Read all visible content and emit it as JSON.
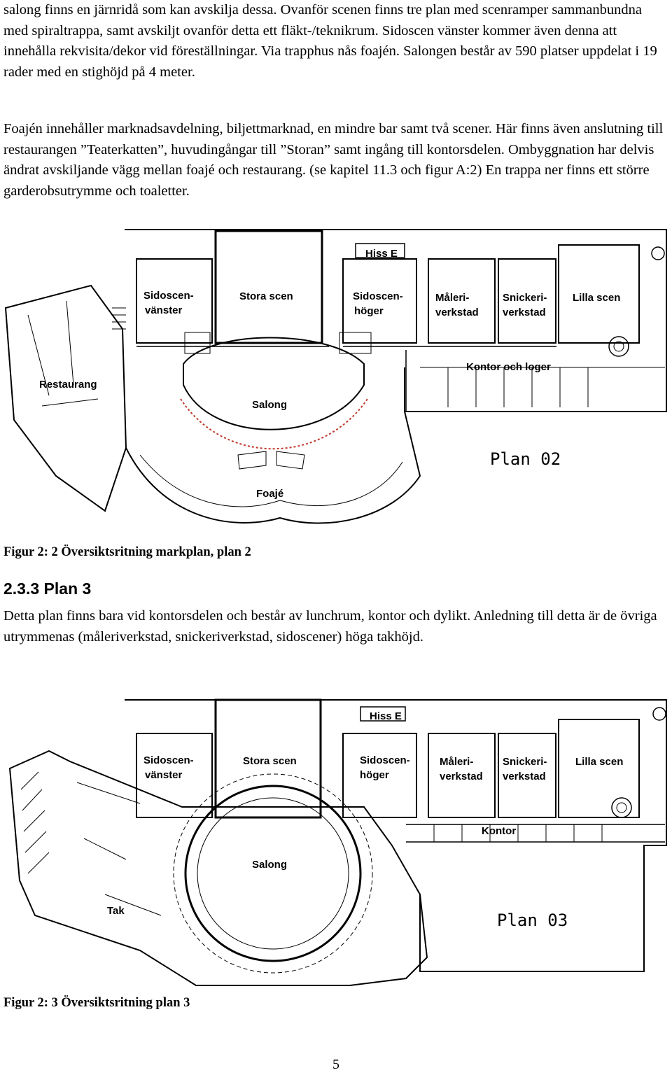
{
  "paragraphs": {
    "p1": "salong finns en järnridå som kan avskilja dessa. Ovanför scenen finns tre plan med scenramper sammanbundna med spiraltrappa, samt avskiljt ovanför detta ett fläkt-/teknikrum. Sidoscen vänster kommer även denna att innehålla rekvisita/dekor vid föreställningar. Via trapphus nås foajén. Salongen består av 590 platser uppdelat i 19 rader med en stighöjd på 4 meter.",
    "p2": "Foajén innehåller marknadsavdelning, biljettmarknad, en mindre bar samt två scener. Här finns även anslutning till restaurangen ”Teaterkatten”, huvudingångar till ”Storan” samt ingång till kontorsdelen. Ombyggnation har delvis ändrat avskiljande vägg mellan foajé och restaurang. (se kapitel 11.3 och figur A:2) En trappa ner finns ett större garderobsutrymme och toaletter.",
    "p3": "Detta plan finns bara vid kontorsdelen och består av lunchrum, kontor och dylikt. Anledning till detta är de övriga utrymmenas (måleriverkstad, snickeriverkstad, sidoscener) höga takhöjd."
  },
  "figure1": {
    "caption": "Figur 2: 2 Översiktsritning markplan, plan 2",
    "plan_label": "Plan 02",
    "labels": {
      "hiss": "Hiss E",
      "sidoscen_v_1": "Sidoscen-",
      "sidoscen_v_2": "vänster",
      "stora_scen": "Stora scen",
      "sidoscen_h_1": "Sidoscen-",
      "sidoscen_h_2": "höger",
      "maleri_1": "Måleri-",
      "maleri_2": "verkstad",
      "snickeri_1": "Snickeri-",
      "snickeri_2": "verkstad",
      "lilla_scen": "Lilla scen",
      "kontor_loger": "Kontor och loger",
      "restaurang": "Restaurang",
      "salong": "Salong",
      "foaje": "Foajé"
    }
  },
  "section": {
    "heading": "2.3.3 Plan 3"
  },
  "figure2": {
    "caption": "Figur 2: 3 Översiktsritning plan 3",
    "plan_label": "Plan 03",
    "labels": {
      "hiss": "Hiss E",
      "sidoscen_v_1": "Sidoscen-",
      "sidoscen_v_2": "vänster",
      "stora_scen": "Stora scen",
      "sidoscen_h_1": "Sidoscen-",
      "sidoscen_h_2": "höger",
      "maleri_1": "Måleri-",
      "maleri_2": "verkstad",
      "snickeri_1": "Snickeri-",
      "snickeri_2": "verkstad",
      "lilla_scen": "Lilla scen",
      "kontor": "Kontor",
      "salong": "Salong",
      "tak": "Tak"
    }
  },
  "page_number": "5"
}
